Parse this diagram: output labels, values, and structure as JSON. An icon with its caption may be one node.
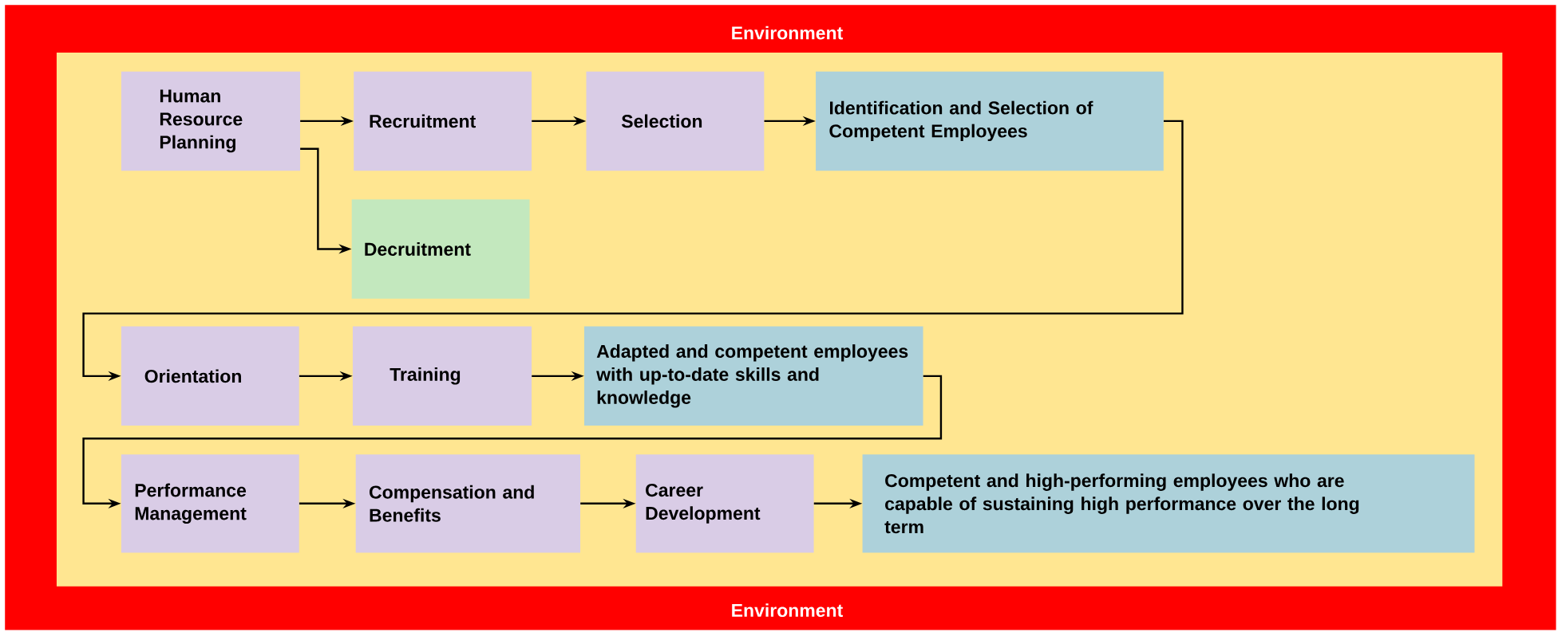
{
  "diagram": {
    "nodes": [
      {
        "text": [
          "Human Resource Planning"
        ]
      },
      {
        "text": [
          "Recruitment"
        ]
      },
      {
        "text": [
          "Selection"
        ]
      },
      {
        "text": [
          "Identification and Selection of Competent Employees"
        ]
      },
      {
        "text": [
          "Decruitment"
        ]
      },
      {
        "text": [
          "Orientation"
        ]
      },
      {
        "text": [
          "Training"
        ]
      },
      {
        "text": [
          "Adapted and competent employees with up-to-date skills and knowledge"
        ]
      },
      {
        "text": [
          "Performance Management"
        ]
      },
      {
        "text": [
          "Compensation and Benefits"
        ]
      },
      {
        "text": [
          "Career Development"
        ]
      },
      {
        "text": [
          "Competent and high-performing employees who are capable of sustaining high performance over the long term"
        ]
      }
    ],
    "edges": [
      {
        "from": 0,
        "to": 1,
        "arrow": "to"
      },
      {
        "from": 1,
        "to": 2,
        "arrow": "to"
      },
      {
        "from": 2,
        "to": 3,
        "arrow": "to"
      },
      {
        "from": 0,
        "to": 4,
        "arrow": "to"
      },
      {
        "from": 3,
        "to": 5,
        "arrow": "to"
      },
      {
        "from": 5,
        "to": 6,
        "arrow": "to"
      },
      {
        "from": 6,
        "to": 7,
        "arrow": "to"
      },
      {
        "from": 7,
        "to": 8,
        "arrow": "to"
      },
      {
        "from": 8,
        "to": 9,
        "arrow": "to"
      },
      {
        "from": 9,
        "to": 10,
        "arrow": "to"
      },
      {
        "from": 10,
        "to": 11,
        "arrow": "to"
      }
    ],
    "labels": [
      "Environment",
      "Environment"
    ]
  }
}
